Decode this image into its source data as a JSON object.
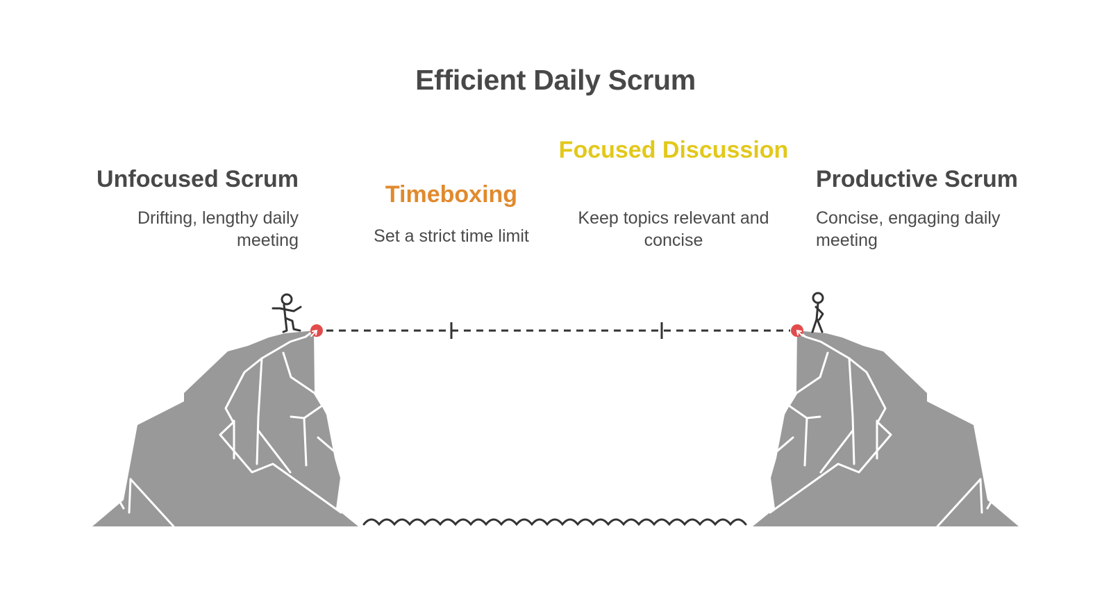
{
  "title": "Efficient Daily Scrum",
  "colors": {
    "heading": "#484848",
    "timeboxing": "#E08A2E",
    "focused_discussion": "#E2C81B",
    "cliff": "#999999",
    "marker": "#E24B4B"
  },
  "start": {
    "heading": "Unfocused Scrum",
    "description": "Drifting, lengthy daily meeting",
    "icon": "stepping-person-icon"
  },
  "steps": [
    {
      "heading": "Timeboxing",
      "description": "Set a strict time limit"
    },
    {
      "heading": "Focused Discussion",
      "description": "Keep topics relevant and concise"
    }
  ],
  "end": {
    "heading": "Productive Scrum",
    "description": "Concise, engaging daily meeting",
    "icon": "standing-person-icon"
  }
}
